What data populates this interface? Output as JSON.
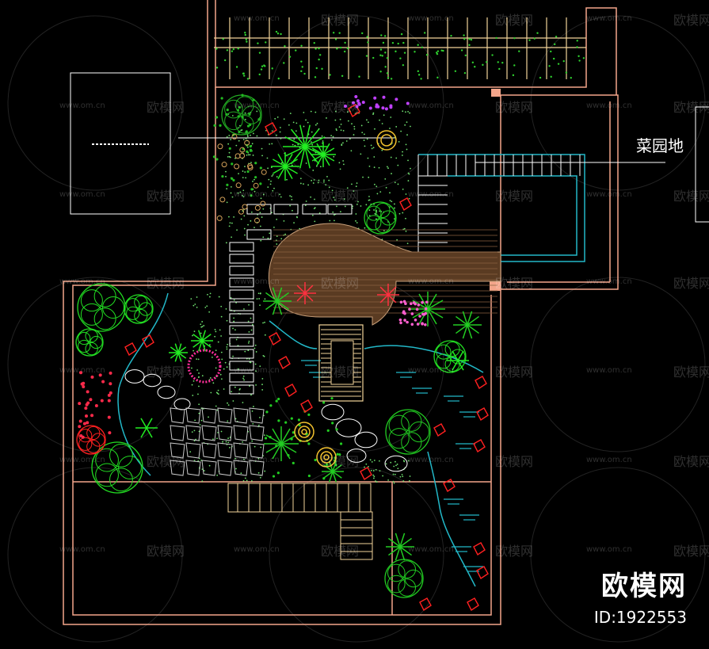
{
  "drawing": {
    "callout_label": "菜园地"
  },
  "watermark": {
    "site_url": "www.om.cn",
    "site_name": "欧模网",
    "brand_mark": "欧模网",
    "id_text": "ID:1922553"
  },
  "colors": {
    "background": "#000000",
    "wall": "#f4a58a",
    "water": "#22b8c8",
    "plant": "#22cc22",
    "path": "#ffffff",
    "deck": "#6b4a2e",
    "structure": "#f2d49a",
    "accent_red": "#ff2020",
    "accent_pink": "#ff2f9b"
  }
}
